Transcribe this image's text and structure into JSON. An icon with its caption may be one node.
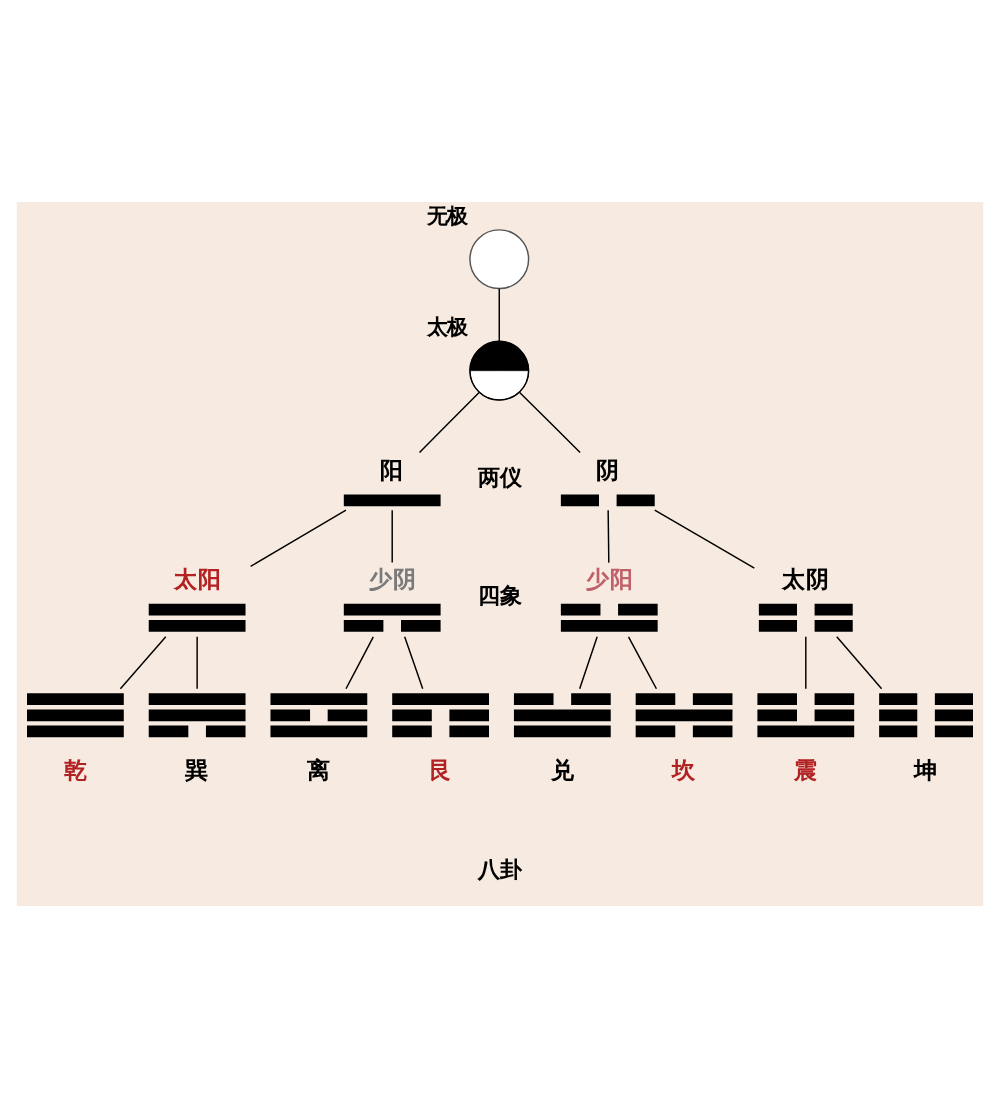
{
  "diagram": {
    "nodes": [
      {
        "text": [],
        "shape": "circle",
        "beside": [
          "无极"
        ]
      },
      {
        "text": [],
        "shape": "picture",
        "beside": [
          "太极"
        ]
      },
      {
        "text": [
          "阳"
        ]
      },
      {
        "text": [
          "阴"
        ]
      },
      {
        "text": [
          "太阳"
        ]
      },
      {
        "text": [
          "少阴"
        ]
      },
      {
        "text": [
          "少阳"
        ]
      },
      {
        "text": [
          "太阴"
        ]
      },
      {
        "text": [
          "乾"
        ]
      },
      {
        "text": [
          "巽"
        ]
      },
      {
        "text": [
          "离"
        ]
      },
      {
        "text": [
          "艮"
        ]
      },
      {
        "text": [
          "兑"
        ]
      },
      {
        "text": [
          "坎"
        ]
      },
      {
        "text": [
          "震"
        ]
      },
      {
        "text": [
          "坤"
        ]
      }
    ],
    "edges": [
      {
        "from": 0,
        "to": 1,
        "arrow": "none"
      },
      {
        "from": 1,
        "to": 2,
        "arrow": "none"
      },
      {
        "from": 1,
        "to": 3,
        "arrow": "none"
      },
      {
        "from": 2,
        "to": 4,
        "arrow": "none"
      },
      {
        "from": 2,
        "to": 5,
        "arrow": "none"
      },
      {
        "from": 3,
        "to": 6,
        "arrow": "none"
      },
      {
        "from": 3,
        "to": 7,
        "arrow": "none"
      },
      {
        "from": 4,
        "to": 8,
        "arrow": "none"
      },
      {
        "from": 4,
        "to": 9,
        "arrow": "none"
      },
      {
        "from": 5,
        "to": 10,
        "arrow": "none"
      },
      {
        "from": 5,
        "to": 11,
        "arrow": "none"
      },
      {
        "from": 6,
        "to": 12,
        "arrow": "none"
      },
      {
        "from": 6,
        "to": 13,
        "arrow": "none"
      },
      {
        "from": 7,
        "to": 14,
        "arrow": "none"
      },
      {
        "from": 7,
        "to": 15,
        "arrow": "none"
      }
    ],
    "labels": [
      "两仪",
      "四象",
      "八卦"
    ]
  }
}
